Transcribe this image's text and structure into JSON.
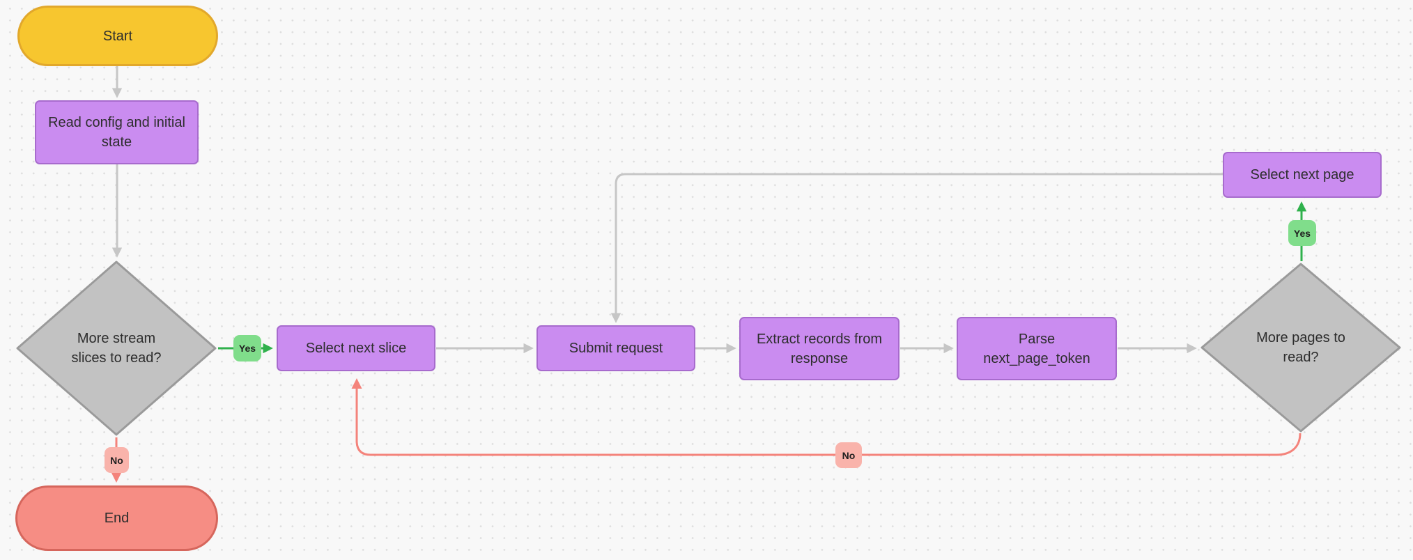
{
  "colors": {
    "background": "#F8F8F8",
    "grid_dot": "#DDDDDD",
    "node_text": "#2D2D2D",
    "label_text": "#1F1F1F",
    "terminator_start_fill": "#F7C62F",
    "terminator_start_border": "#E2A82B",
    "terminator_end_fill": "#F68D84",
    "terminator_end_border": "#D6665C",
    "process_fill": "#CA8CF0",
    "process_border": "#A76BCD",
    "decision_fill": "#C2C2C2",
    "decision_border": "#9A9A9A",
    "edge_gray": "#C6C6C6",
    "edge_yes": "#2FB14C",
    "edge_no": "#F4837B",
    "label_yes_bg": "#80DD8B",
    "label_no_bg": "#F9B3AB"
  },
  "nodes": {
    "start": {
      "label": "Start",
      "shape": "terminator"
    },
    "read_config": {
      "label": "Read config and initial\nstate",
      "shape": "process"
    },
    "more_stream_slices": {
      "label": "More stream\nslices to read?",
      "shape": "decision"
    },
    "select_next_slice": {
      "label": "Select next slice",
      "shape": "process"
    },
    "submit_request": {
      "label": "Submit request",
      "shape": "process"
    },
    "extract_records": {
      "label": "Extract records from\nresponse",
      "shape": "process"
    },
    "parse_next_page_token": {
      "label": "Parse\nnext_page_token",
      "shape": "process"
    },
    "more_pages": {
      "label": "More pages to\nread?",
      "shape": "decision"
    },
    "select_next_page": {
      "label": "Select next page",
      "shape": "process"
    },
    "end": {
      "label": "End",
      "shape": "terminator"
    }
  },
  "edges": [
    {
      "from": "start",
      "to": "read_config"
    },
    {
      "from": "read_config",
      "to": "more_stream_slices"
    },
    {
      "from": "more_stream_slices",
      "to": "select_next_slice",
      "label": "Yes"
    },
    {
      "from": "more_stream_slices",
      "to": "end",
      "label": "No"
    },
    {
      "from": "select_next_slice",
      "to": "submit_request"
    },
    {
      "from": "submit_request",
      "to": "extract_records"
    },
    {
      "from": "extract_records",
      "to": "parse_next_page_token"
    },
    {
      "from": "parse_next_page_token",
      "to": "more_pages"
    },
    {
      "from": "more_pages",
      "to": "select_next_page",
      "label": "Yes"
    },
    {
      "from": "more_pages",
      "to": "select_next_slice",
      "label": "No"
    },
    {
      "from": "select_next_page",
      "to": "submit_request"
    }
  ]
}
